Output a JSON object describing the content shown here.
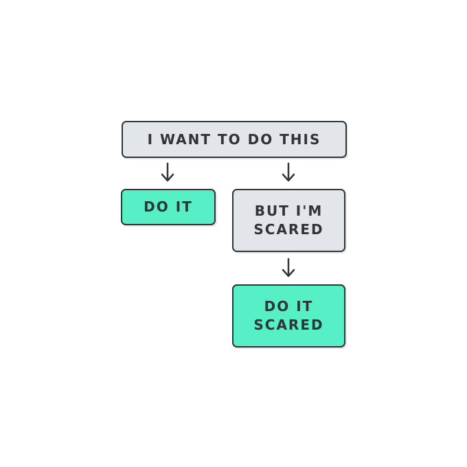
{
  "flowchart": {
    "start": {
      "text": "I WANT TO DO THIS"
    },
    "do_it": {
      "text": "DO IT"
    },
    "scared": {
      "line1": "BUT I'M",
      "line2": "SCARED"
    },
    "do_it_scared": {
      "line1": "DO IT",
      "line2": "SCARED"
    }
  },
  "colors": {
    "outline": "#2f3437",
    "neutral_box": "#e2e5e9",
    "action_box": "#56efc6",
    "background": "#ffffff"
  },
  "edges": [
    {
      "from": "I WANT TO DO THIS",
      "to": "DO IT"
    },
    {
      "from": "I WANT TO DO THIS",
      "to": "BUT I'M SCARED"
    },
    {
      "from": "BUT I'M SCARED",
      "to": "DO IT SCARED"
    }
  ]
}
